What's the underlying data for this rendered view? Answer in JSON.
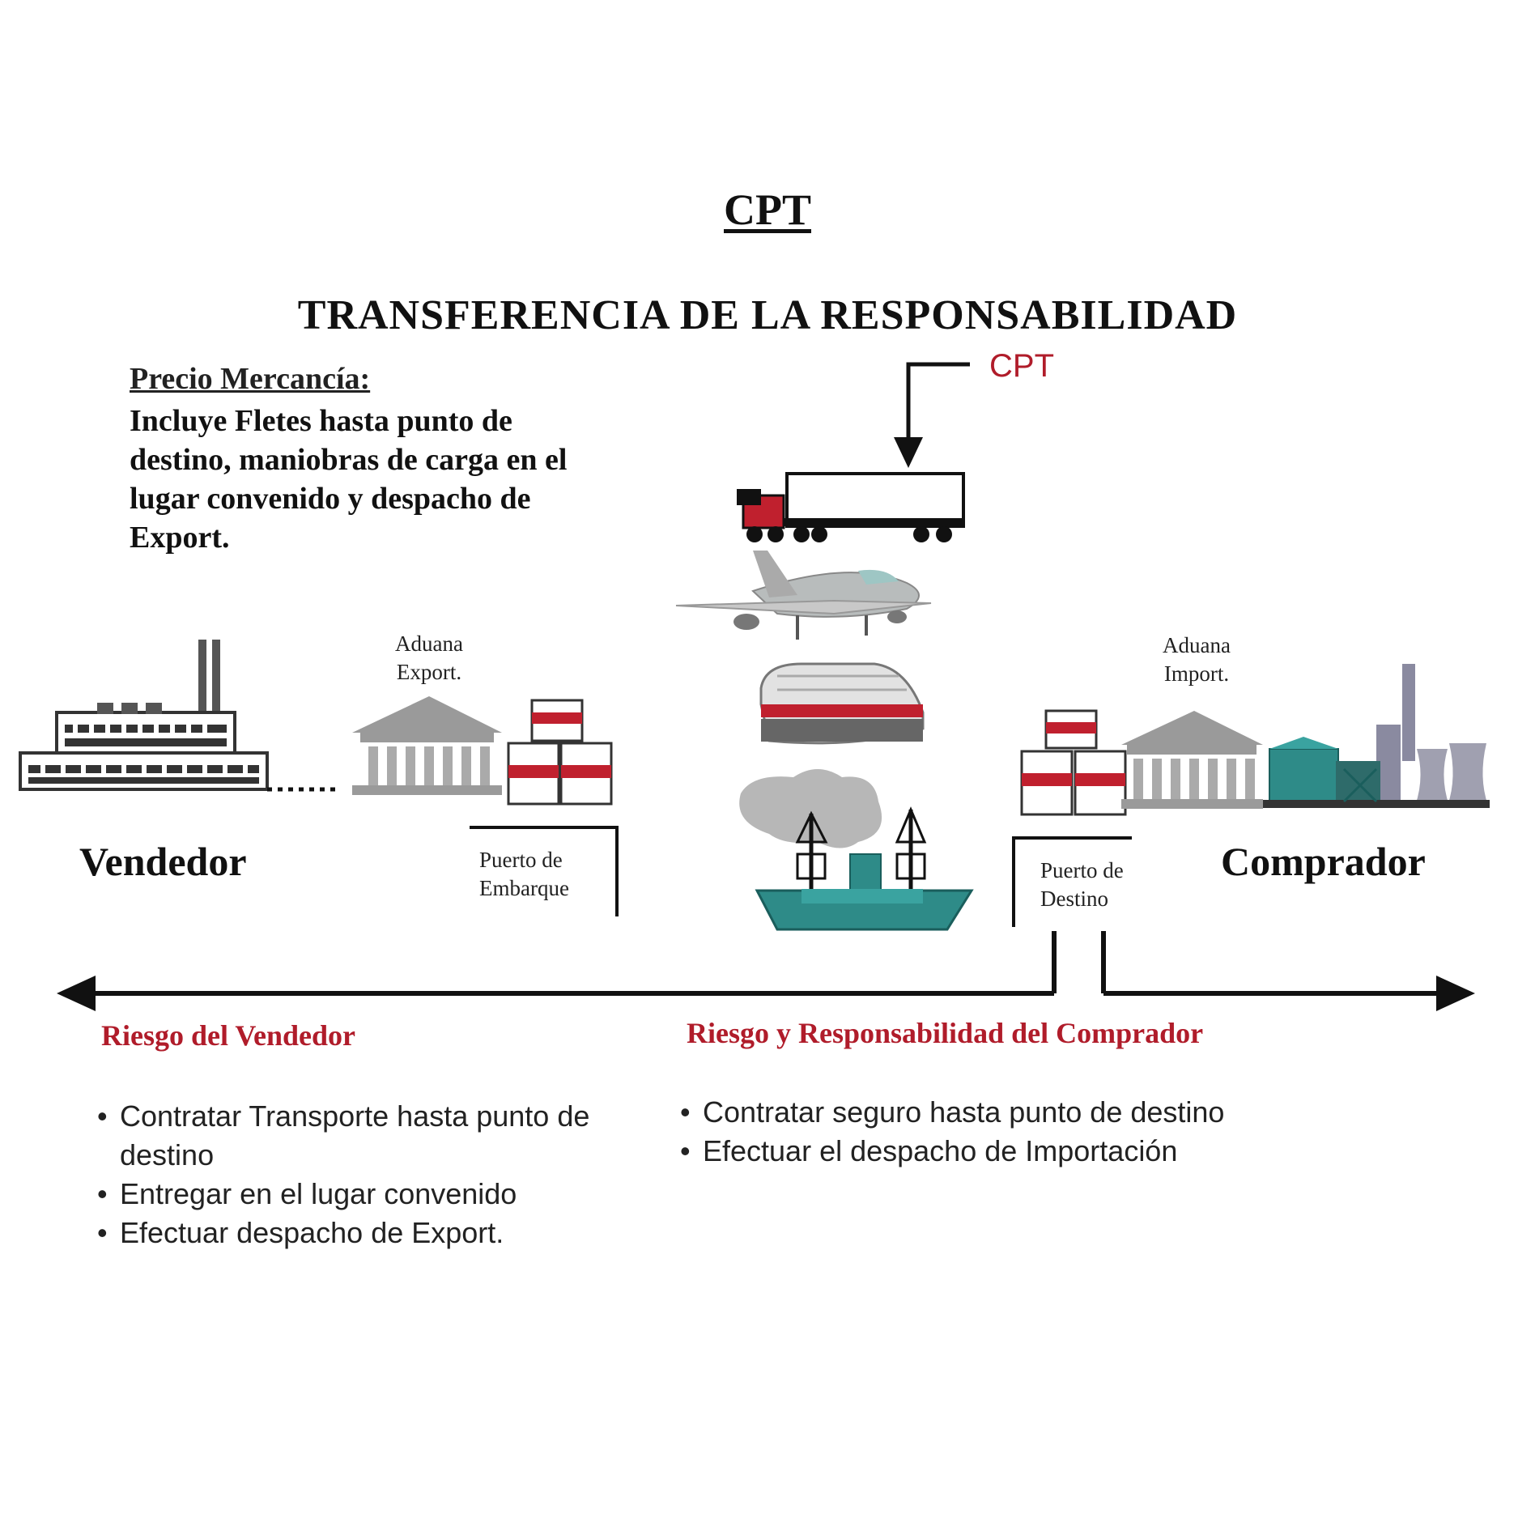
{
  "title": "CPT",
  "subtitle": "TRANSFERENCIA DE LA RESPONSABILIDAD",
  "price": {
    "heading": "Precio Mercancía:",
    "body": "Incluye Fletes hasta punto de destino, maniobras de carga en el lugar convenido y despacho de Export."
  },
  "cpt_marker": "CPT",
  "labels": {
    "aduana_export": "Aduana Export.",
    "aduana_import": "Aduana Import.",
    "puerto_embarque": "Puerto de Embarque",
    "puerto_destino": "Puerto de Destino",
    "vendedor": "Vendedor",
    "comprador": "Comprador"
  },
  "risk": {
    "seller_title": "Riesgo del Vendedor",
    "buyer_title": "Riesgo y Responsabilidad del Comprador",
    "seller_items": [
      "Contratar Transporte hasta punto de destino",
      "Entregar en el lugar convenido",
      "Efectuar despacho de Export."
    ],
    "buyer_items": [
      "Contratar seguro hasta punto de destino",
      "Efectuar el despacho de Importación"
    ]
  },
  "colors": {
    "accent_red": "#b01c2a",
    "teal": "#2e8b88",
    "grey_building": "#a9a9a9"
  },
  "icons": [
    "factory-icon",
    "customs-building-icon",
    "container-stack-icon",
    "truck-icon",
    "airplane-icon",
    "train-icon",
    "ship-icon",
    "industrial-plant-icon",
    "arrow-down-icon",
    "double-arrow-icon"
  ]
}
